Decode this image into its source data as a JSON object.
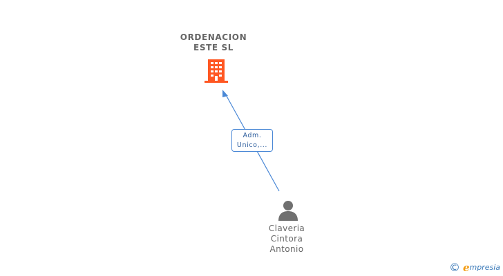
{
  "company": {
    "name": "ORDENACION\nESTE SL",
    "icon": "building-icon",
    "color": "#ff5722"
  },
  "relation": {
    "label_lines": [
      "Adm.",
      "Unico,..."
    ],
    "edge_color": "#4a88d6"
  },
  "person": {
    "name_lines": [
      "Claveria",
      "Cintora",
      "Antonio"
    ],
    "icon": "person-icon",
    "color": "#707070"
  },
  "brand": {
    "copyright": "©",
    "e": "e",
    "text": "mpresia"
  }
}
